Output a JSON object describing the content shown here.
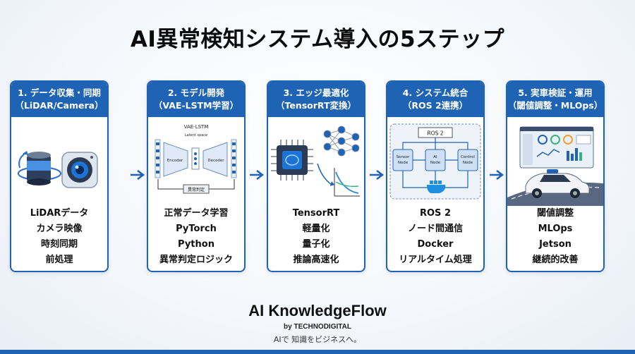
{
  "title": "AI異常検知システム導入の5ステップ",
  "steps": [
    {
      "head1": "1. データ収集・同期",
      "head2": "（LiDAR/Camera）",
      "items": [
        "LiDARデータ",
        "カメラ映像",
        "時刻同期",
        "前処理"
      ]
    },
    {
      "head1": "2. モデル開発",
      "head2": "（VAE-LSTM学習）",
      "items": [
        "正常データ学習",
        "PyTorch",
        "Python",
        "異常判定ロジック"
      ],
      "diagram": {
        "title": "VAE-LSTM",
        "latent": "Latent space",
        "encoder": "Encoder",
        "decoder": "Decoder",
        "judge": "異常判定"
      }
    },
    {
      "head1": "3. エッジ最適化",
      "head2": "（TensorRT変換）",
      "items": [
        "TensorRT",
        "軽量化",
        "量子化",
        "推論高速化"
      ]
    },
    {
      "head1": "4. システム統合",
      "head2": "（ROS 2連携）",
      "items": [
        "ROS 2",
        "ノード間通信",
        "Docker",
        "リアルタイム処理"
      ],
      "diagram": {
        "ros": "ROS 2",
        "sensor1": "Sensor",
        "sensor2": "Node",
        "ai1": "AI",
        "ai2": "Node",
        "control1": "Control",
        "control2": "Node"
      }
    },
    {
      "head1": "5. 実車検証・運用",
      "head2": "（閾値調整・MLOps）",
      "items": [
        "閾値調整",
        "MLOps",
        "Jetson",
        "継続的改善"
      ]
    }
  ],
  "footer": {
    "brand": "AI KnowledgeFlow",
    "by": "by TECHNODIGITAL",
    "tagline": "AIで 知識をビジネスへ。"
  },
  "colors": {
    "accent": "#1f63b5",
    "background": "#f4f7fb"
  }
}
